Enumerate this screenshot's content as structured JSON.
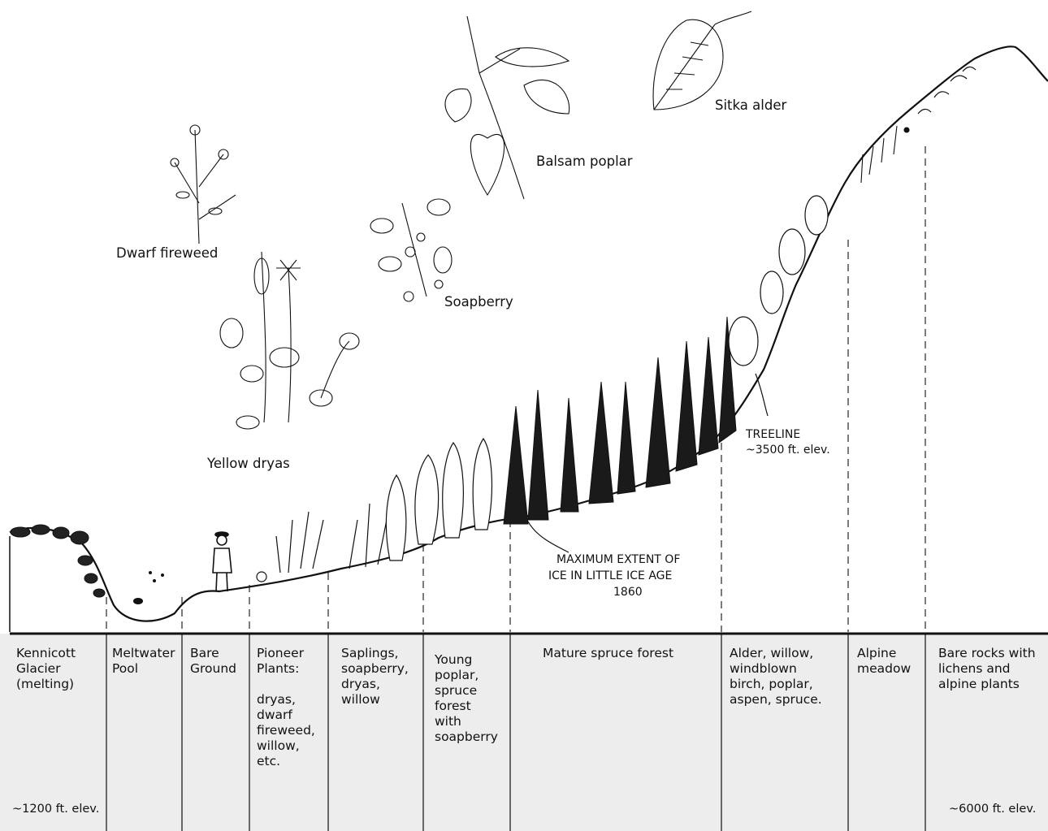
{
  "plant_labels": {
    "dwarf_fireweed": "Dwarf fireweed",
    "yellow_dryas": "Yellow dryas",
    "soapberry": "Soapberry",
    "balsam_poplar": "Balsam poplar",
    "sitka_alder": "Sitka alder"
  },
  "annotations": {
    "treeline_line1": "TREELINE",
    "treeline_line2": "~3500 ft. elev.",
    "ice_line1": "MAXIMUM EXTENT OF",
    "ice_line2": "ICE IN LITTLE ICE AGE",
    "ice_line3": "1860"
  },
  "zones": [
    "Kennicott\nGlacier\n(melting)",
    "Meltwater\nPool",
    "Bare\nGround",
    "Pioneer\nPlants:\n\ndryas,\ndwarf\nfireweed,\nwillow,\netc.",
    "Saplings,\nsoapberry,\ndryas,\nwillow",
    "Young\npoplar,\nspruce\nforest\nwith\nsoapberry",
    "Mature spruce forest",
    "Alder, willow,\nwindblown\nbirch, poplar,\naspen, spruce.",
    "Alpine\nmeadow",
    "Bare rocks with\nlichens and\nalpine plants"
  ],
  "elevations": {
    "low": "~1200 ft. elev.",
    "high": "~6000 ft. elev."
  },
  "colors": {
    "ink": "#111111",
    "panel": "#ededed"
  }
}
